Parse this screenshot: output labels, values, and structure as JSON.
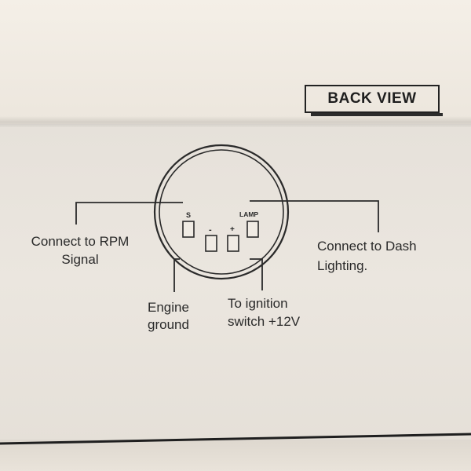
{
  "title": "BACK VIEW",
  "pins": {
    "signal": "S",
    "ground": "-",
    "power": "+",
    "lamp": "LAMP"
  },
  "labels": {
    "rpm_line1": "Connect to RPM",
    "rpm_line2": "Signal",
    "dash_line1": "Connect to Dash",
    "dash_line2": "Lighting.",
    "ground_line1": "Engine",
    "ground_line2": "ground",
    "ignition_line1": "To ignition",
    "ignition_line2": "switch +12V"
  },
  "colors": {
    "ink": "#2a2a2a",
    "paper": "#e8e3dc"
  }
}
